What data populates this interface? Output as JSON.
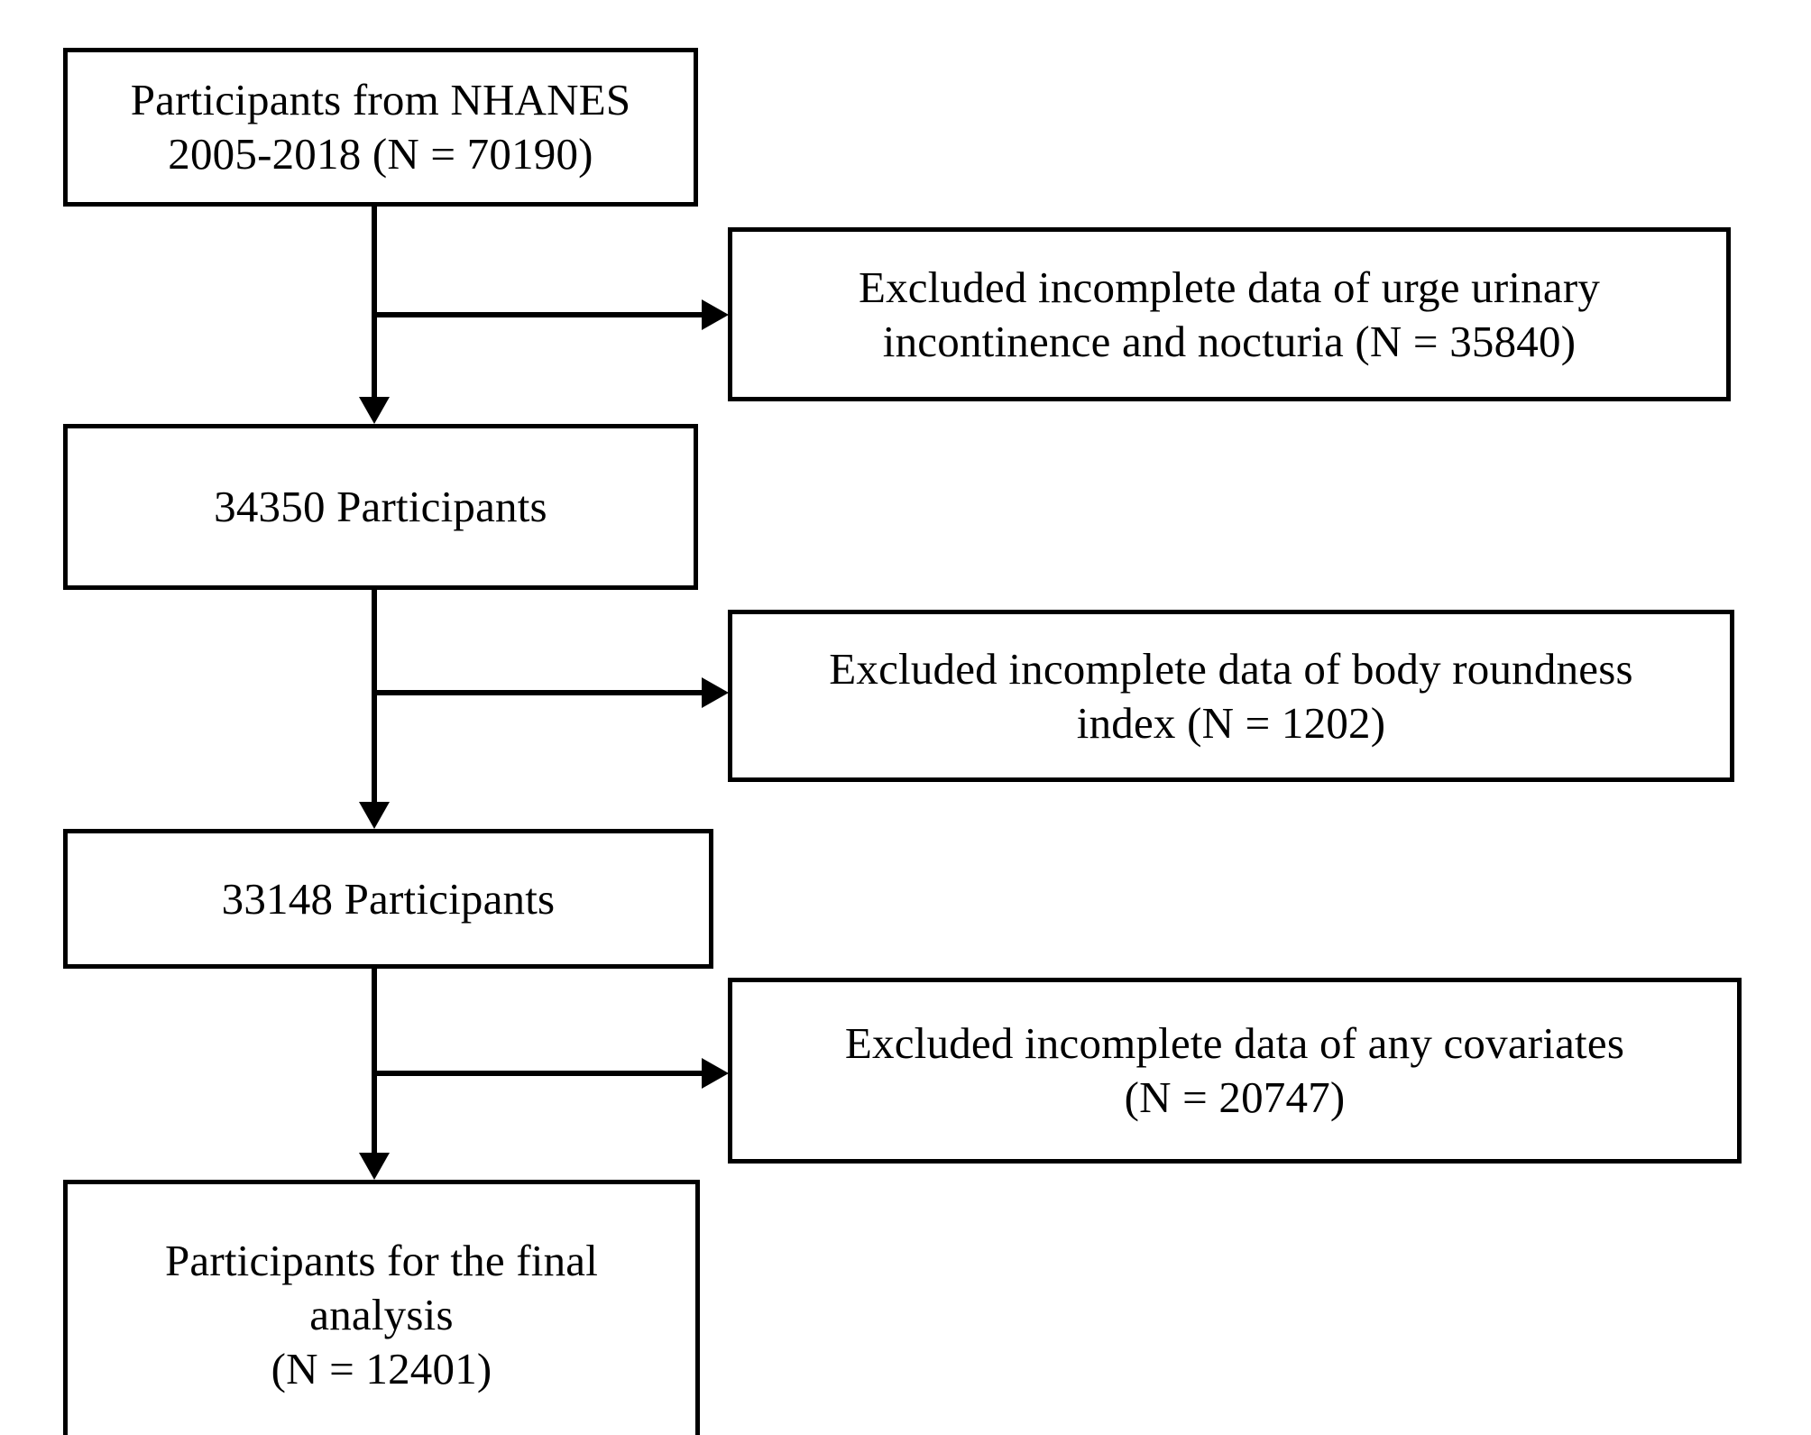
{
  "figure": {
    "type": "flowchart",
    "orientation": "vertical-with-right-exclusions",
    "background_color": "#ffffff",
    "line_color": "#000000",
    "text_color": "#000000"
  },
  "nodes": {
    "source": {
      "label": "Participants from NHANES\n2005-2018 (N = 70190)",
      "line1": "Participants from NHANES",
      "line2": "2005-2018 (N = 70190)",
      "count": 70190
    },
    "stage1": {
      "label": "34350 Participants",
      "count": 34350
    },
    "stage2": {
      "label": "33148 Participants",
      "count": 33148
    },
    "final": {
      "line1": "Participants for the final",
      "line2": "analysis",
      "line3": "(N = 12401)",
      "count": 12401
    }
  },
  "exclusions": [
    {
      "id": "excl-urge-urinary-incontinence-nocturia",
      "line1": "Excluded incomplete data of  urge urinary",
      "line2": "incontinence and nocturia (N = 35840)",
      "count": 35840
    },
    {
      "id": "excl-body-roundness-index",
      "line1": "Excluded incomplete data of  body roundness",
      "line2": "index (N = 1202)",
      "count": 1202
    },
    {
      "id": "excl-any-covariates",
      "line1": "Excluded incomplete data of any covariates",
      "line2": "(N = 20747)",
      "count": 20747
    }
  ],
  "chart_data": {
    "type": "flowchart",
    "title": "",
    "steps": [
      {
        "stage": "Participants from NHANES 2005-2018",
        "n": 70190
      },
      {
        "stage": "34350 Participants",
        "n": 34350
      },
      {
        "stage": "33148 Participants",
        "n": 33148
      },
      {
        "stage": "Participants for the final analysis",
        "n": 12401
      }
    ],
    "excluded": [
      {
        "reason": "Excluded incomplete data of urge urinary incontinence and nocturia",
        "n": 35840
      },
      {
        "reason": "Excluded incomplete data of body roundness index",
        "n": 1202
      },
      {
        "reason": "Excluded incomplete data of any covariates",
        "n": 20747
      }
    ]
  }
}
